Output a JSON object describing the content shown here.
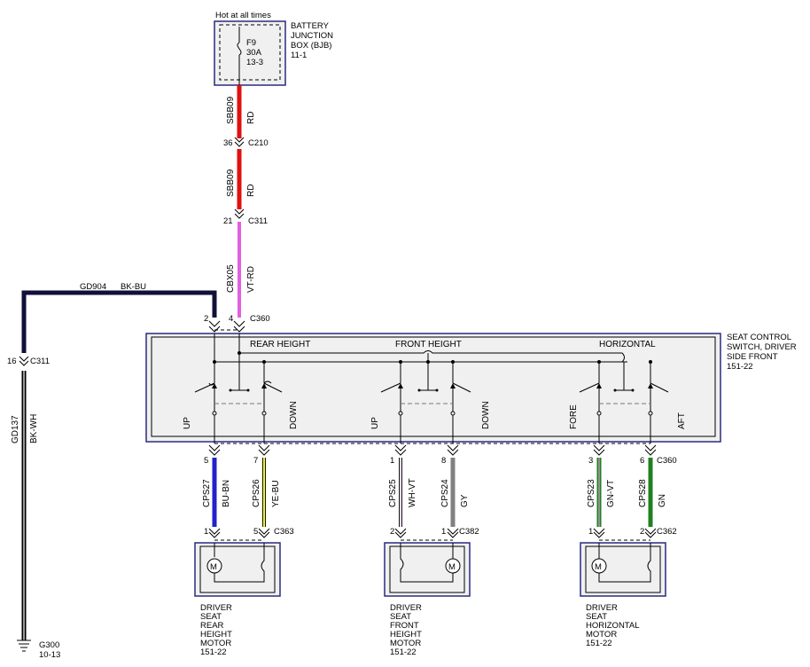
{
  "bjb": {
    "hot_label": "Hot at all times",
    "fuse_name": "F9",
    "fuse_rating": "30A",
    "fuse_ref": "13-3",
    "title_l1": "BATTERY",
    "title_l2": "JUNCTION",
    "title_l3": "BOX (BJB)",
    "title_l4": "11-1"
  },
  "feed_wires": {
    "w1": {
      "circuit": "SBB09",
      "color": "RD",
      "hex": "#e01010"
    },
    "c210": {
      "pin": "36",
      "name": "C210"
    },
    "w2": {
      "circuit": "SBB09",
      "color": "RD",
      "hex": "#e01010"
    },
    "c311_top": {
      "pin": "21",
      "name": "C311"
    },
    "w3": {
      "circuit": "CBX05",
      "color": "VT-RD",
      "hex": "#e060e0"
    },
    "c360_top": {
      "pin_gnd": "2",
      "pin_feed": "4",
      "name": "C360"
    }
  },
  "ground": {
    "top_circuit": "GD904",
    "top_color": "BK-BU",
    "top_hex": "#10103a",
    "c311_pin": "16",
    "c311_name": "C311",
    "low_circuit": "GD137",
    "low_color": "BK-WH",
    "low_hex": "#000000",
    "point": "G300",
    "point_ref": "10-13"
  },
  "switch": {
    "title_l1": "SEAT CONTROL",
    "title_l2": "SWITCH, DRIVER",
    "title_l3": "SIDE FRONT",
    "title_l4": "151-22",
    "sections": {
      "rear": "REAR HEIGHT",
      "front": "FRONT HEIGHT",
      "horizontal": "HORIZONTAL"
    },
    "labels": {
      "up1": "UP",
      "down1": "DOWN",
      "up2": "UP",
      "down2": "DOWN",
      "fore": "FORE",
      "aft": "AFT"
    }
  },
  "motor_wires": {
    "c360_name": "C360",
    "a": {
      "pin_top": "5",
      "circuit": "CPS27",
      "color": "BU-BN",
      "hex": "#2222cc",
      "pin_bot": "1"
    },
    "b": {
      "pin_top": "7",
      "circuit": "CPS26",
      "color": "YE-BU",
      "hex": "#f0f040",
      "pin_bot": "5"
    },
    "c": {
      "pin_top": "1",
      "circuit": "CPS25",
      "color": "WH-VT",
      "hex": "#f0d8f0",
      "pin_bot": "2"
    },
    "d": {
      "pin_top": "8",
      "circuit": "CPS24",
      "color": "GY",
      "hex": "#808080",
      "pin_bot": "1"
    },
    "e": {
      "pin_top": "3",
      "circuit": "CPS23",
      "color": "GN-VT",
      "hex": "#208020",
      "pin_bot": "1"
    },
    "f": {
      "pin_top": "6",
      "circuit": "CPS28",
      "color": "GN",
      "hex": "#208020",
      "pin_bot": "2"
    },
    "conn_rear": "C363",
    "conn_front": "C382",
    "conn_horiz": "C362"
  },
  "motors": {
    "rear": {
      "l1": "DRIVER",
      "l2": "SEAT",
      "l3": "REAR",
      "l4": "HEIGHT",
      "l5": "MOTOR",
      "l6": "151-22"
    },
    "front": {
      "l1": "DRIVER",
      "l2": "SEAT",
      "l3": "FRONT",
      "l4": "HEIGHT",
      "l5": "MOTOR",
      "l6": "151-22"
    },
    "horizontal": {
      "l1": "DRIVER",
      "l2": "SEAT",
      "l3": "HORIZONTAL",
      "l4": "MOTOR",
      "l5": "151-22"
    }
  },
  "motor_glyph": "M"
}
